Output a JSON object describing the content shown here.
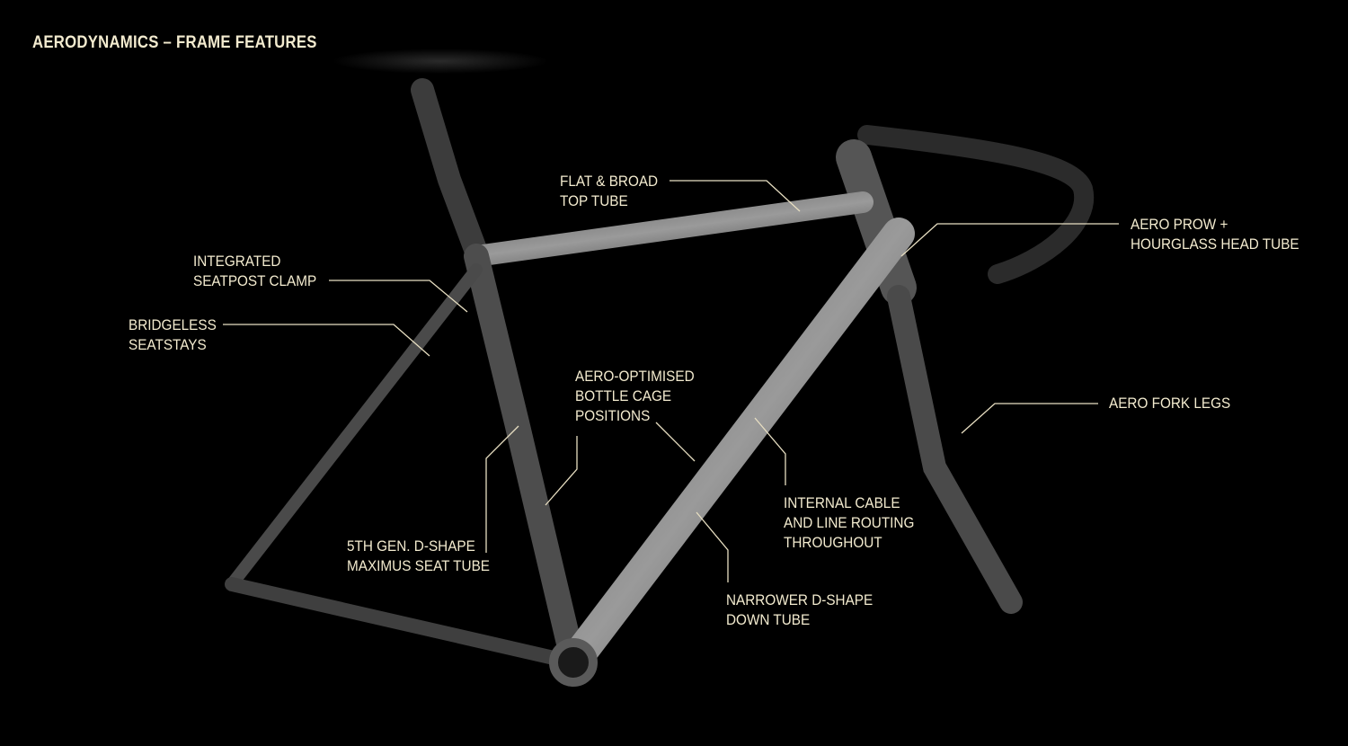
{
  "title": "AERODYNAMICS – FRAME FEATURES",
  "accent_color": "#f3ebcf",
  "callouts": {
    "top_tube": [
      "FLAT & BROAD",
      "TOP TUBE"
    ],
    "head_tube": [
      "AERO PROW +",
      "HOURGLASS HEAD TUBE"
    ],
    "seatpost_clamp": [
      "INTEGRATED",
      "SEATPOST CLAMP"
    ],
    "seatstays": [
      "BRIDGELESS",
      "SEATSTAYS"
    ],
    "bottle_cage": [
      "AERO-OPTIMISED",
      "BOTTLE CAGE",
      "POSITIONS"
    ],
    "fork_legs": [
      "AERO FORK LEGS"
    ],
    "cable_routing": [
      "INTERNAL CABLE",
      "AND LINE ROUTING",
      "THROUGHOUT"
    ],
    "seat_tube": [
      "5TH GEN. D-SHAPE",
      "MAXIMUS SEAT TUBE"
    ],
    "down_tube": [
      "NARROWER D-SHAPE",
      "DOWN TUBE"
    ]
  }
}
